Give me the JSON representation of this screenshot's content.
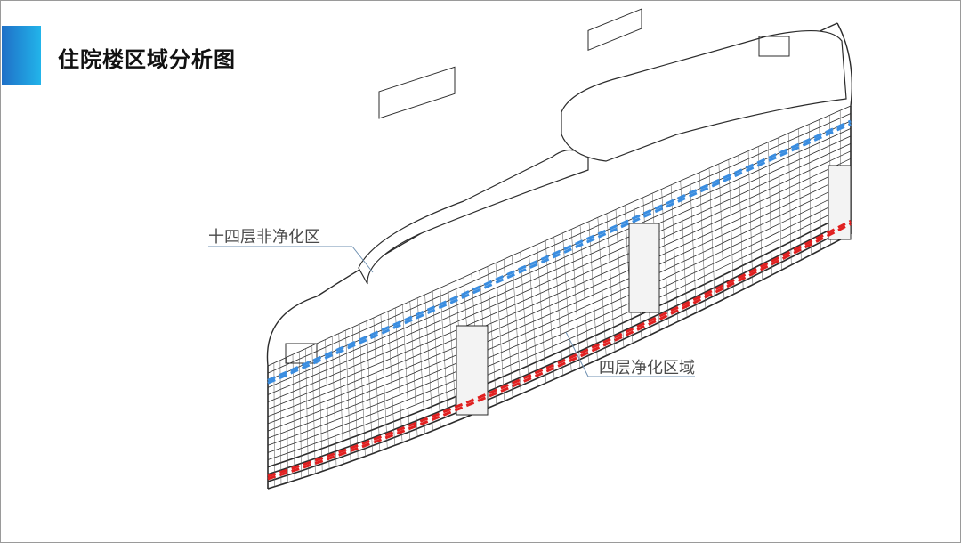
{
  "slide": {
    "title": "住院楼区域分析图",
    "accent_colors": [
      "#1f6fc7",
      "#22b4ea"
    ]
  },
  "building": {
    "floors_visible": 14,
    "zones": [
      {
        "label": "十四层非净化区",
        "line_color": "#3a8de0",
        "style": "dashed"
      },
      {
        "label": "四层净化区域",
        "line_color": "#e02020",
        "style": "dashed"
      }
    ]
  }
}
